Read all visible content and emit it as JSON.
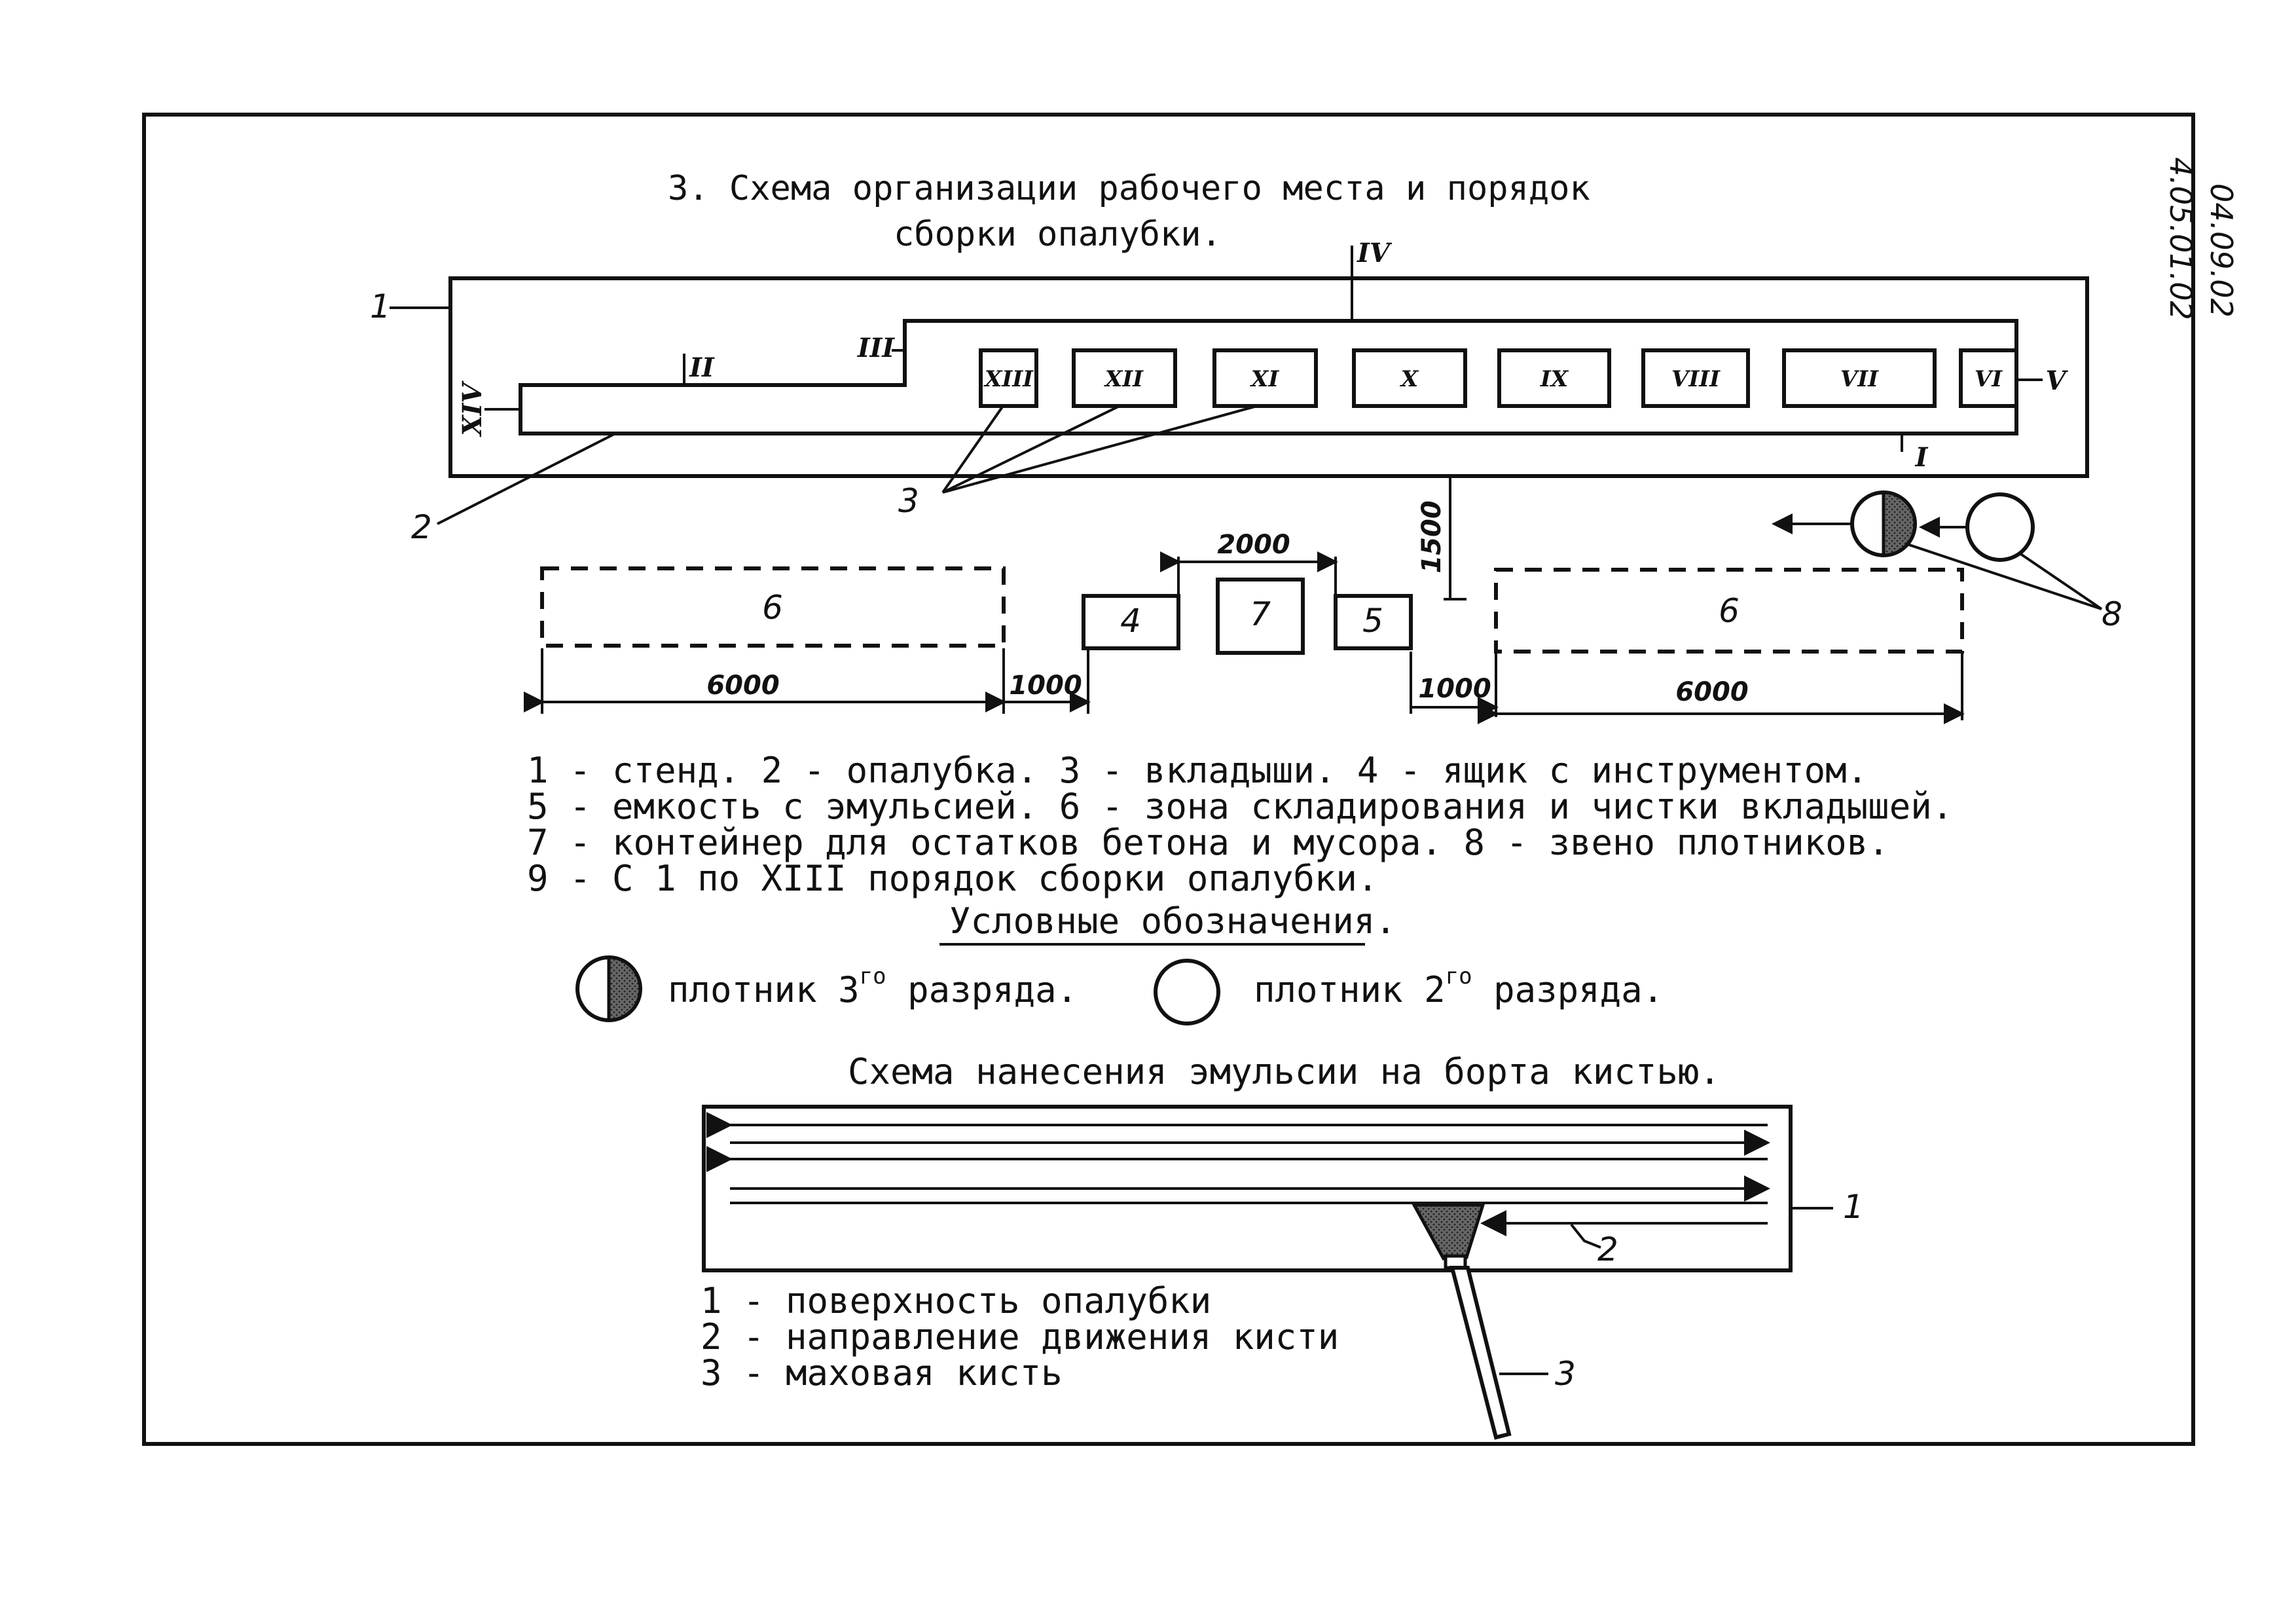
{
  "title": {
    "line1": "3. Схема организации рабочего места и порядок",
    "line2": "сборки опалубки."
  },
  "doc_code": {
    "line1": "4.05.01.02",
    "line2": "04.09.02"
  },
  "layout": {
    "callouts": {
      "stand": "1",
      "formwork": "2",
      "inserts": "3",
      "carpenters": "8"
    },
    "inserts": [
      "XIII",
      "XII",
      "XI",
      "X",
      "IX",
      "VIII",
      "VII",
      "VI"
    ],
    "step_marks": {
      "i": "I",
      "ii": "II",
      "iii": "III",
      "iv": "IV",
      "v": "V",
      "xiv": "XIV"
    },
    "zones": {
      "storage_left": "6",
      "toolbox": "4",
      "container": "7",
      "emulsion": "5",
      "storage_right": "6"
    },
    "dimensions": {
      "left_len": "6000",
      "left_gap": "1000",
      "middle_len": "2000",
      "right_gap": "1000",
      "right_len": "6000",
      "offset": "1500"
    }
  },
  "legend": {
    "line1": "1 - стенд.   2 - опалубка.   3 - вкладыши.  4 - ящик с инструментом.",
    "line2": "5 - емкость с эмульсией.   6 - зона складирования и чистки вкладышей.",
    "line3": "7 - контейнер для остатков бетона и мусора.  8 - звено плотников.",
    "line4": "9 - С 1 по XIII порядок сборки опалубки."
  },
  "symbols": {
    "heading": "Условные обозначения.",
    "grade3_prefix": "плотник 3",
    "grade3_sup": "го",
    "grade3_suffix": " разряда.",
    "grade2_prefix": "плотник 2",
    "grade2_sup": "го",
    "grade2_suffix": " разряда."
  },
  "brush_scheme": {
    "title": "Схема нанесения эмульсии на борта кистью.",
    "callout_surface": "1",
    "callout_direction": "2",
    "callout_brush": "3",
    "legend": [
      "1 - поверхность опалубки",
      "2 - направление движения кисти",
      "3 - маховая кисть"
    ]
  }
}
